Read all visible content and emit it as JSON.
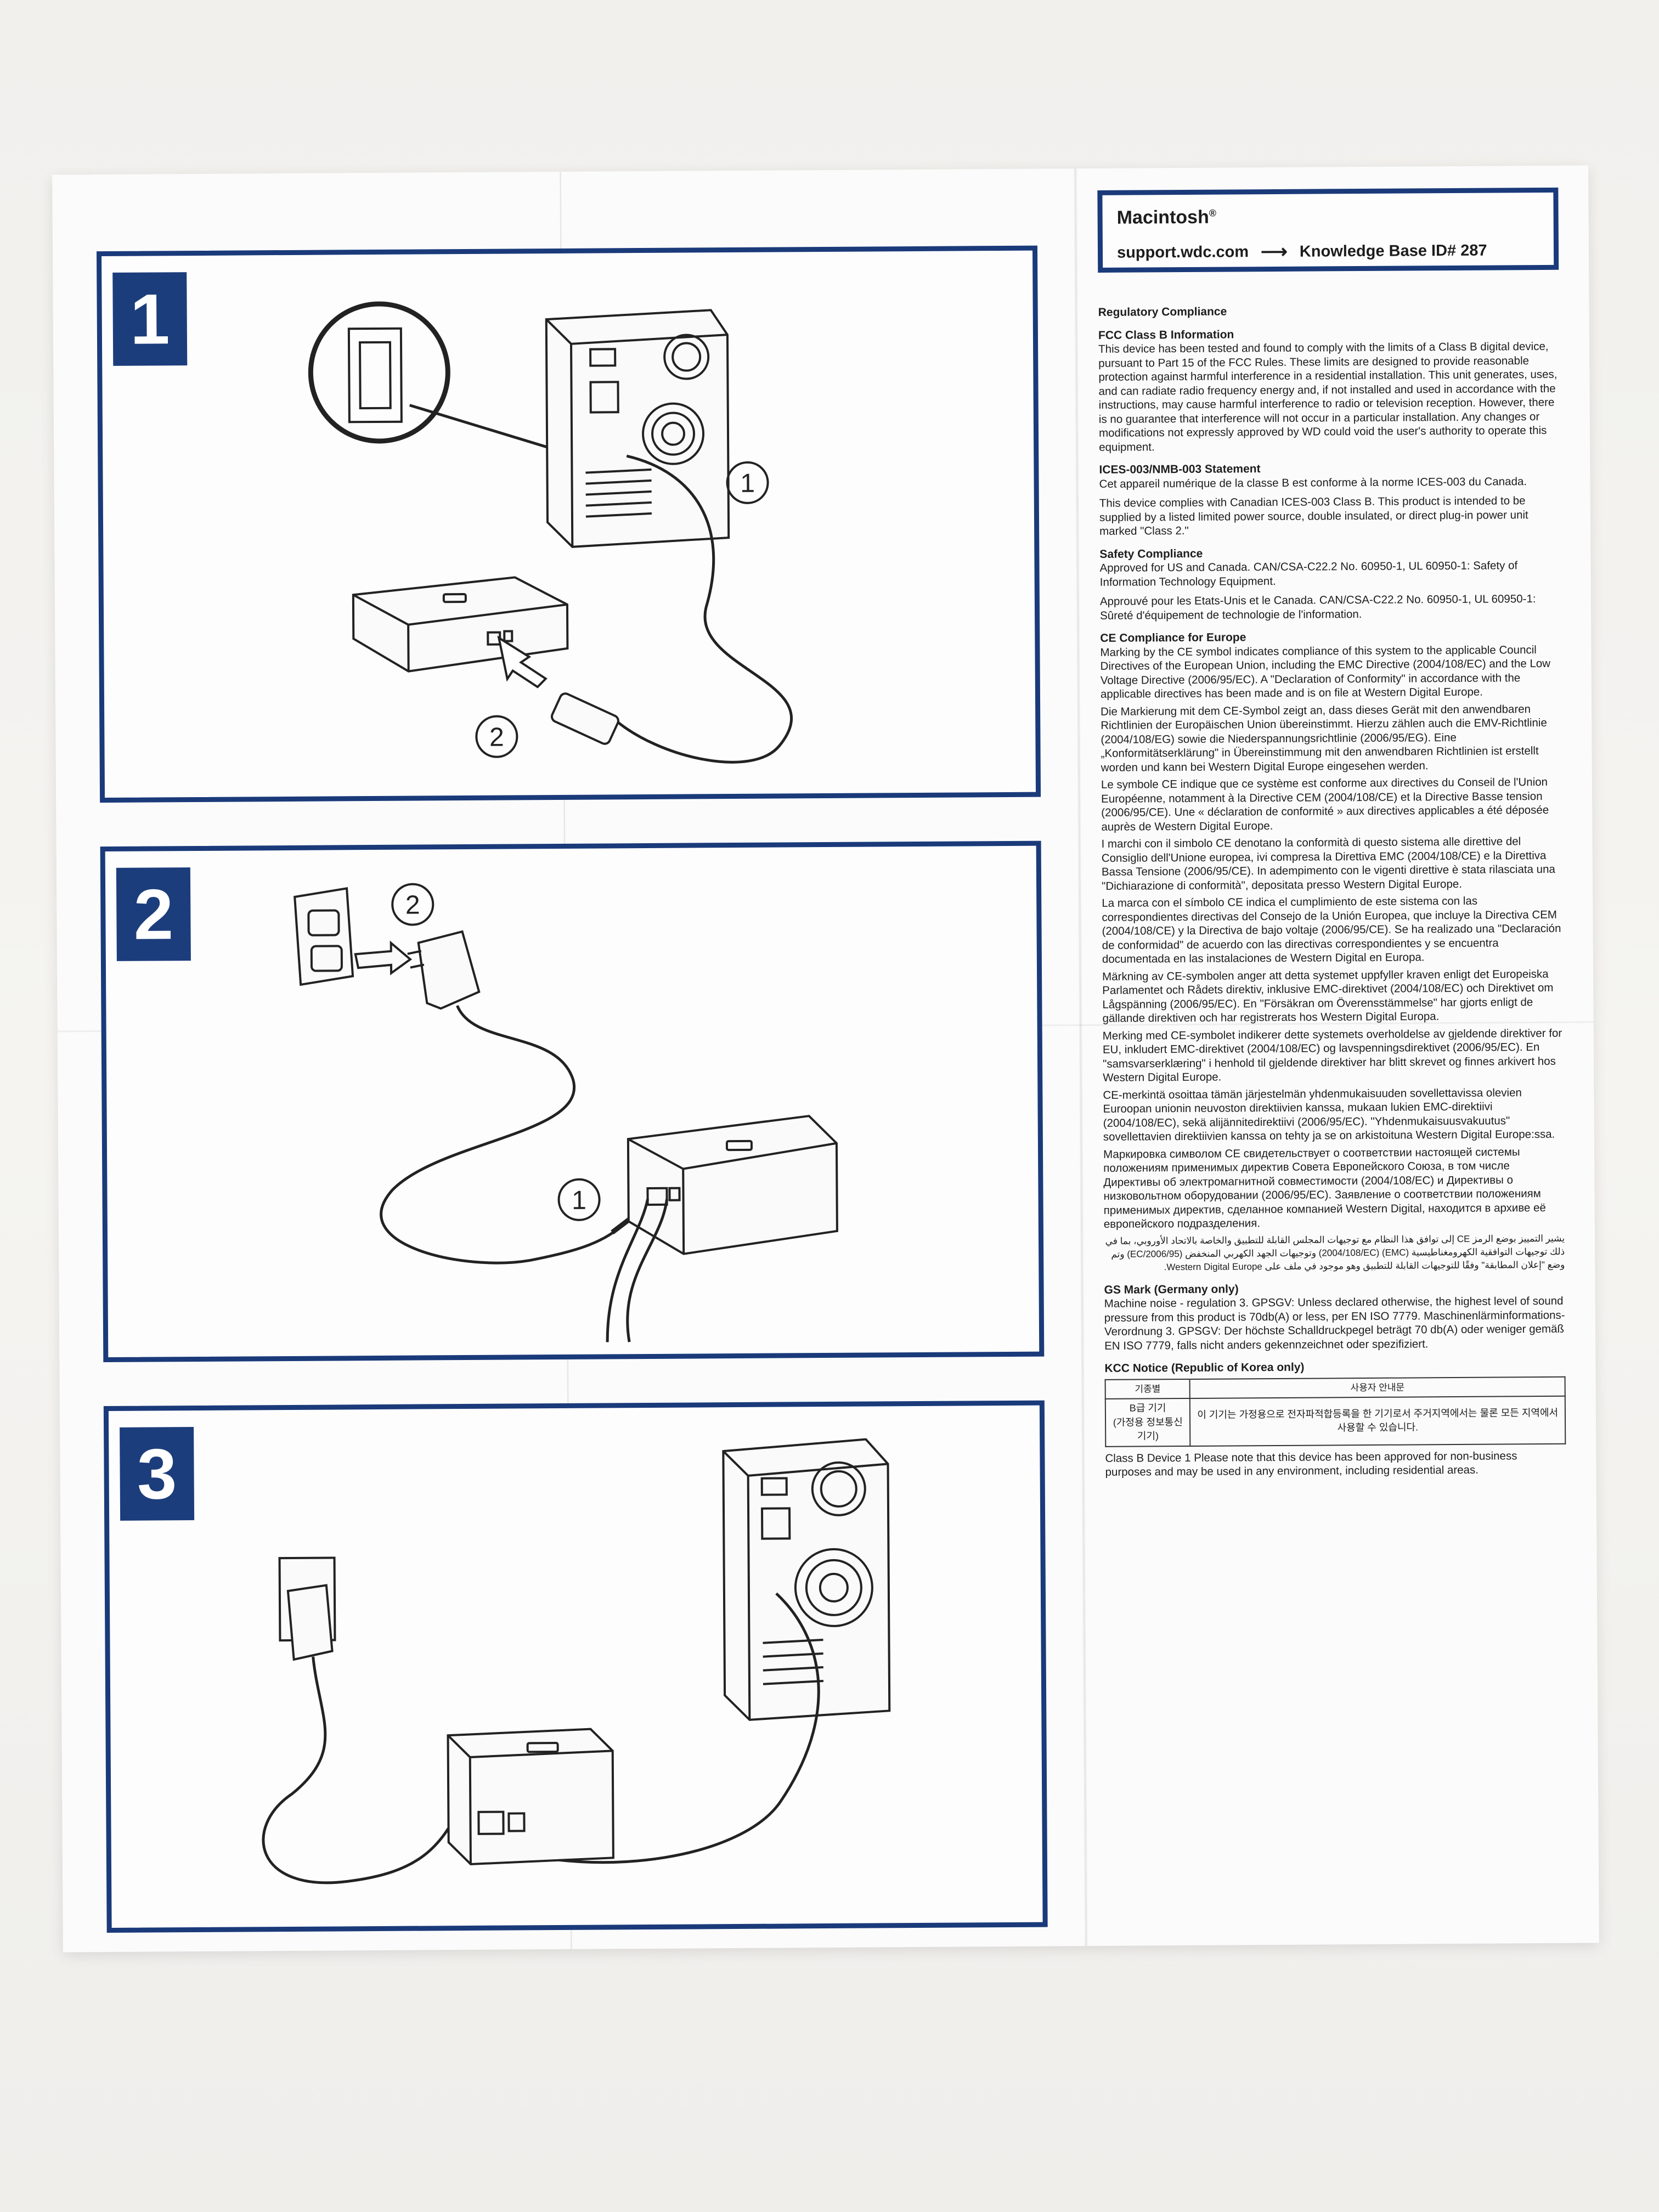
{
  "steps": [
    {
      "number": "1",
      "callouts": [
        "1",
        "2"
      ]
    },
    {
      "number": "2",
      "callouts": [
        "2",
        "1"
      ]
    },
    {
      "number": "3"
    }
  ],
  "mac": {
    "title": "Macintosh",
    "title_mark": "®",
    "url": "support.wdc.com",
    "kb": "Knowledge Base ID# 287"
  },
  "reg": {
    "title": "Regulatory Compliance",
    "fcc_h": "FCC Class B Information",
    "fcc_p": "This device has been tested and found to comply with the limits of a Class B digital device, pursuant to Part 15 of the FCC Rules. These limits are designed to provide reasonable protection against harmful interference in a residential installation. This unit generates, uses, and can radiate radio frequency energy and, if not installed and used in accordance with the instructions, may cause harmful interference to radio or television reception. However, there is no guarantee that interference will not occur in a particular installation. Any changes or modifications not expressly approved by WD could void the user's authority to operate this equipment.",
    "ices_h": "ICES-003/NMB-003 Statement",
    "ices_p1": "Cet appareil numérique de la classe B est conforme à la norme ICES-003 du Canada.",
    "ices_p2": "This device complies with Canadian ICES-003 Class B. This product is intended to be supplied by a listed limited power source, double insulated, or direct plug-in power unit marked \"Class 2.\"",
    "safety_h": "Safety Compliance",
    "safety_p1": "Approved for US and Canada. CAN/CSA-C22.2 No. 60950-1, UL 60950-1: Safety of Information Technology Equipment.",
    "safety_p2": "Approuvé pour les Etats-Unis et le Canada. CAN/CSA-C22.2 No. 60950-1, UL 60950-1: Sûreté d'équipement de technologie de l'information.",
    "ce_h": "CE Compliance for Europe",
    "ce_en": "Marking by the CE symbol indicates compliance of this system to the applicable Council Directives of the European Union, including the EMC Directive (2004/108/EC) and the Low Voltage Directive (2006/95/EC). A \"Declaration of Conformity\" in accordance with the applicable directives has been made and is on file at Western Digital Europe.",
    "ce_de": "Die Markierung mit dem CE-Symbol zeigt an, dass dieses Gerät mit den anwendbaren Richtlinien der Europäischen Union übereinstimmt. Hierzu zählen auch die EMV-Richtlinie (2004/108/EG) sowie die Niederspannungsrichtlinie (2006/95/EG). Eine „Konformitätserklärung\" in Übereinstimmung mit den anwendbaren Richtlinien ist erstellt worden und kann bei Western Digital Europe eingesehen werden.",
    "ce_fr": "Le symbole CE indique que ce système est conforme aux directives du Conseil de l'Union Européenne, notamment à la Directive CEM (2004/108/CE) et la Directive Basse tension (2006/95/CE). Une « déclaration de conformité » aux directives applicables a été déposée auprès de Western Digital Europe.",
    "ce_it": "I marchi con il simbolo CE denotano la conformità di questo sistema alle direttive del Consiglio dell'Unione europea, ivi compresa la Direttiva EMC (2004/108/CE) e la Direttiva Bassa Tensione (2006/95/CE). In adempimento con le vigenti direttive è stata rilasciata una \"Dichiarazione di conformità\", depositata presso Western Digital Europe.",
    "ce_es": "La marca con el símbolo CE indica el cumplimiento de este sistema con las correspondientes directivas del Consejo de la Unión Europea, que incluye la Directiva CEM (2004/108/CE) y la Directiva de bajo voltaje (2006/95/CE). Se ha realizado una \"Declaración de conformidad\" de acuerdo con las directivas correspondientes y se encuentra documentada en las instalaciones de Western Digital en Europa.",
    "ce_sv": "Märkning av CE-symbolen anger att detta systemet uppfyller kraven enligt det Europeiska Parlamentet och Rådets direktiv, inklusive EMC-direktivet (2004/108/EC) och Direktivet om Lågspänning (2006/95/EC). En \"Försäkran om Överensstämmelse\" har gjorts enligt de gällande direktiven och har registrerats hos Western Digital Europa.",
    "ce_no": "Merking med CE-symbolet indikerer dette systemets overholdelse av gjeldende direktiver for EU, inkludert EMC-direktivet (2004/108/EC) og lavspenningsdirektivet (2006/95/EC). En \"samsvarserklæring\" i henhold til gjeldende direktiver har blitt skrevet og finnes arkivert hos Western Digital Europe.",
    "ce_fi": "CE-merkintä osoittaa tämän järjestelmän yhdenmukaisuuden sovellettavissa olevien Euroopan unionin neuvoston direktiivien kanssa, mukaan lukien EMC-direktiivi (2004/108/EC), sekä alijännitedirektiivi (2006/95/EC). \"Yhdenmukaisuusvakuutus\" sovellettavien direktiivien kanssa on tehty ja se on arkistoituna Western Digital Europe:ssa.",
    "ce_ru": "Маркировка символом CE свидетельствует о соответствии настоящей системы положениям применимых директив Совета Европейского Союза, в том числе Директивы об электромагнитной совместимости (2004/108/EC) и Директивы о низковольтном оборудовании (2006/95/EC). Заявление о соответствии положениям применимых директив, сделанное компанией Western Digital, находится в архиве её европейского подразделения.",
    "ce_ar": "يشير التمييز بوضع الرمز CE إلى توافق هذا النظام مع توجيهات المجلس القابلة للتطبيق والخاصة بالاتحاد الأوروبي، بما في ذلك توجيهات التوافقية الكهرومغناطيسية (EMC) (2004/108/EC) وتوجيهات الجهد الكهربي المنخفض (2006/95/EC) وتم وضع \"إعلان المطابقة\" وفقًا للتوجيهات القابلة للتطبيق وهو موجود في ملف على Western Digital Europe.",
    "gs_h": "GS Mark (Germany only)",
    "gs_p": "Machine noise - regulation 3. GPSGV: Unless declared otherwise, the highest level of sound pressure from this product is 70db(A) or less, per EN ISO 7779. Maschinenlärminformations-Verordnung 3. GPSGV: Der höchste Schalldruckpegel beträgt 70 db(A) oder weniger gemäß EN ISO 7779, falls nicht anders gekennzeichnet oder spezifiziert.",
    "kcc_h": "KCC Notice (Republic of Korea only)",
    "kcc_col1": "기종별",
    "kcc_col2": "사용자 안내문",
    "kcc_cell1": "B급 기기\n(가정용 정보통신기기)",
    "kcc_cell2": "이 기기는 가정용으로 전자파적합등록을 한 기기로서 주거지역에서는 물론 모든 지역에서 사용할 수 있습니다.",
    "kcc_p": "Class B Device 1 Please note that this device has been approved for non-business purposes and may be used in any environment, including residential areas."
  }
}
